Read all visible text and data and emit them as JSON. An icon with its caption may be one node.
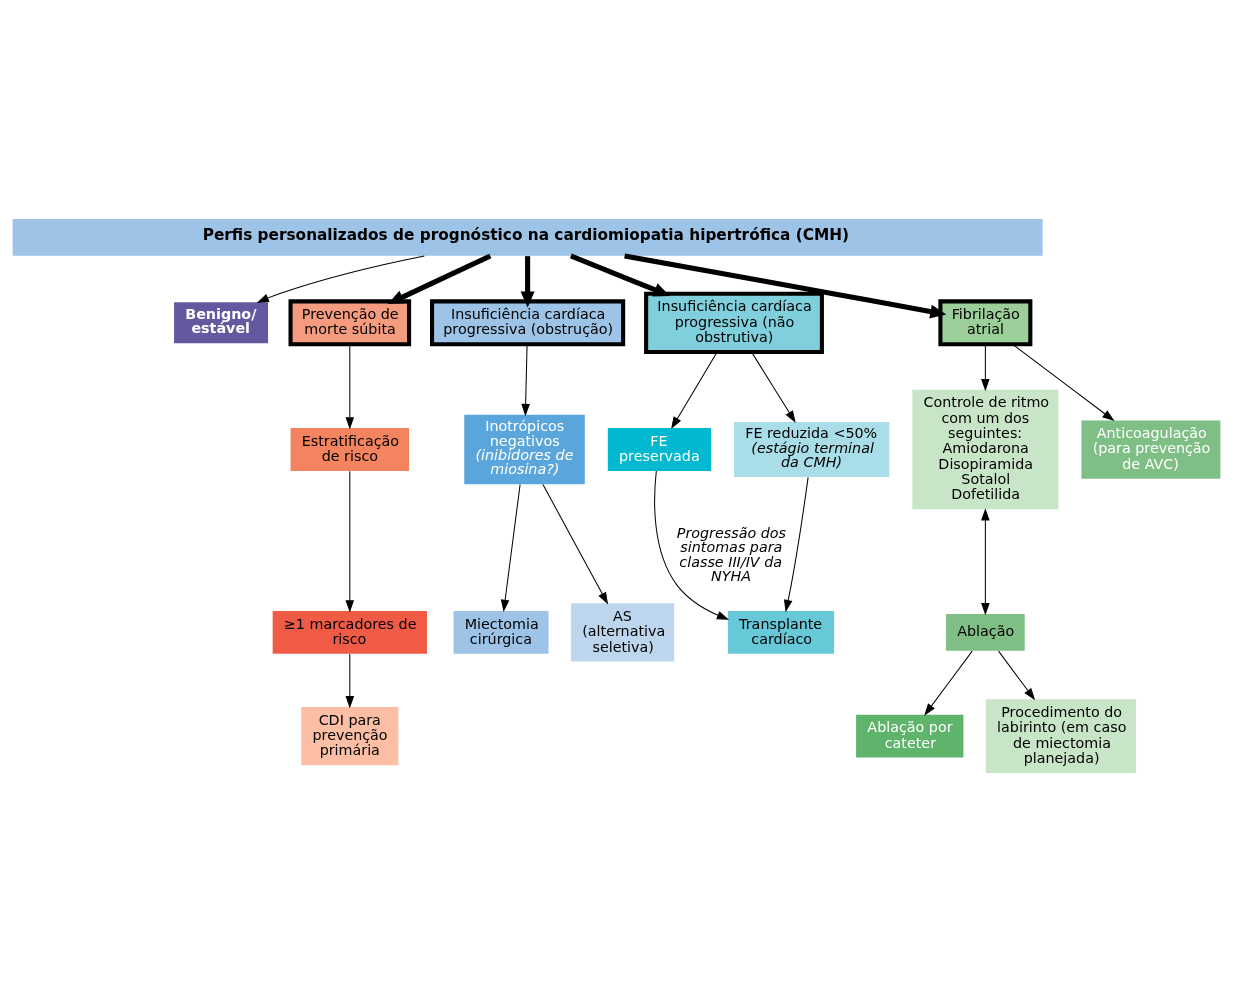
{
  "diagram": {
    "nodes": [
      {
        "text": [
          "Benigno/ estável"
        ]
      },
      {
        "text": [
          "Perfis personalizados de prognóstico na cardiomiopatia hipertrófica (CMH)"
        ]
      },
      {
        "text": [
          "Prevenção de morte súbita"
        ]
      },
      {
        "text": [
          "Insuficiência cardíaca progressiva (obstrução)"
        ]
      },
      {
        "text": [
          "Insuficiência cardíaca progressiva (não obstrutiva)"
        ]
      },
      {
        "text": [
          "Fibrilação atrial"
        ]
      },
      {
        "text": [
          "Estratificação de risco"
        ]
      },
      {
        "text": [
          "≥1 marcadores de risco"
        ]
      },
      {
        "text": [
          "CDI para prevenção primária"
        ]
      },
      {
        "text": [
          "Inotrópicos negativos",
          "(inibidores de miosina?)"
        ]
      },
      {
        "text": [
          "Miectomia cirúrgica"
        ]
      },
      {
        "text": [
          "AS (alternativa seletiva)"
        ]
      },
      {
        "text": [
          "FE preservada"
        ]
      },
      {
        "text": [
          "FE reduzida <50%",
          "(estágio terminal da CMH)"
        ]
      },
      {
        "text": [
          "Transplante cardíaco"
        ]
      },
      {
        "text": [
          "Controle de ritmo com um dos seguintes:",
          "Amiodarona",
          "Disopiramida",
          "Sotalol",
          "Dofetilida"
        ]
      },
      {
        "text": [
          "Anticoagulação (para prevenção de AVC)"
        ]
      },
      {
        "text": [
          "Ablação"
        ]
      },
      {
        "text": [
          "Ablação por cateter"
        ]
      },
      {
        "text": [
          "Procedimento do labirinto (em caso de miectomia planejada)"
        ]
      }
    ],
    "edges": [
      {
        "from": 1,
        "to": 0,
        "arrow": "to"
      },
      {
        "from": 1,
        "to": 2,
        "arrow": "to",
        "style": "thick"
      },
      {
        "from": 1,
        "to": 3,
        "arrow": "to",
        "style": "thick"
      },
      {
        "from": 1,
        "to": 4,
        "arrow": "to",
        "style": "thick"
      },
      {
        "from": 1,
        "to": 5,
        "arrow": "to",
        "style": "thick"
      },
      {
        "from": 2,
        "to": 6,
        "arrow": "to"
      },
      {
        "from": 6,
        "to": 7,
        "arrow": "to"
      },
      {
        "from": 7,
        "to": 8,
        "arrow": "to"
      },
      {
        "from": 3,
        "to": 9,
        "arrow": "to"
      },
      {
        "from": 9,
        "to": 10,
        "arrow": "to"
      },
      {
        "from": 9,
        "to": 11,
        "arrow": "to"
      },
      {
        "from": 4,
        "to": 12,
        "arrow": "to"
      },
      {
        "from": 4,
        "to": 13,
        "arrow": "to"
      },
      {
        "from": 12,
        "to": 14,
        "arrow": "to",
        "label": "Progressão dos sintomas para classe III/IV da NYHA"
      },
      {
        "from": 13,
        "to": 14,
        "arrow": "to"
      },
      {
        "from": 5,
        "to": 15,
        "arrow": "to"
      },
      {
        "from": 5,
        "to": 16,
        "arrow": "to"
      },
      {
        "from": 15,
        "to": 17,
        "arrow": "both"
      },
      {
        "from": 17,
        "to": 18,
        "arrow": "to"
      },
      {
        "from": 17,
        "to": 19,
        "arrow": "to"
      }
    ]
  }
}
